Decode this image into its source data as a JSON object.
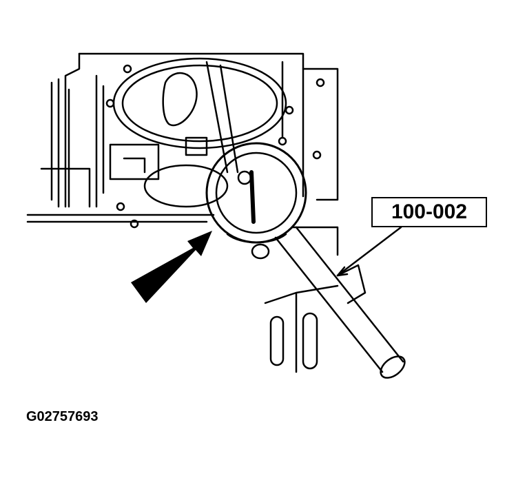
{
  "diagram": {
    "description": "Dial indicator mounted on engine block with tool, arrow pointing to gauge",
    "tool_label": "100-002",
    "figure_id": "G02757693",
    "colors": {
      "line": "#000000",
      "background": "#ffffff"
    }
  }
}
